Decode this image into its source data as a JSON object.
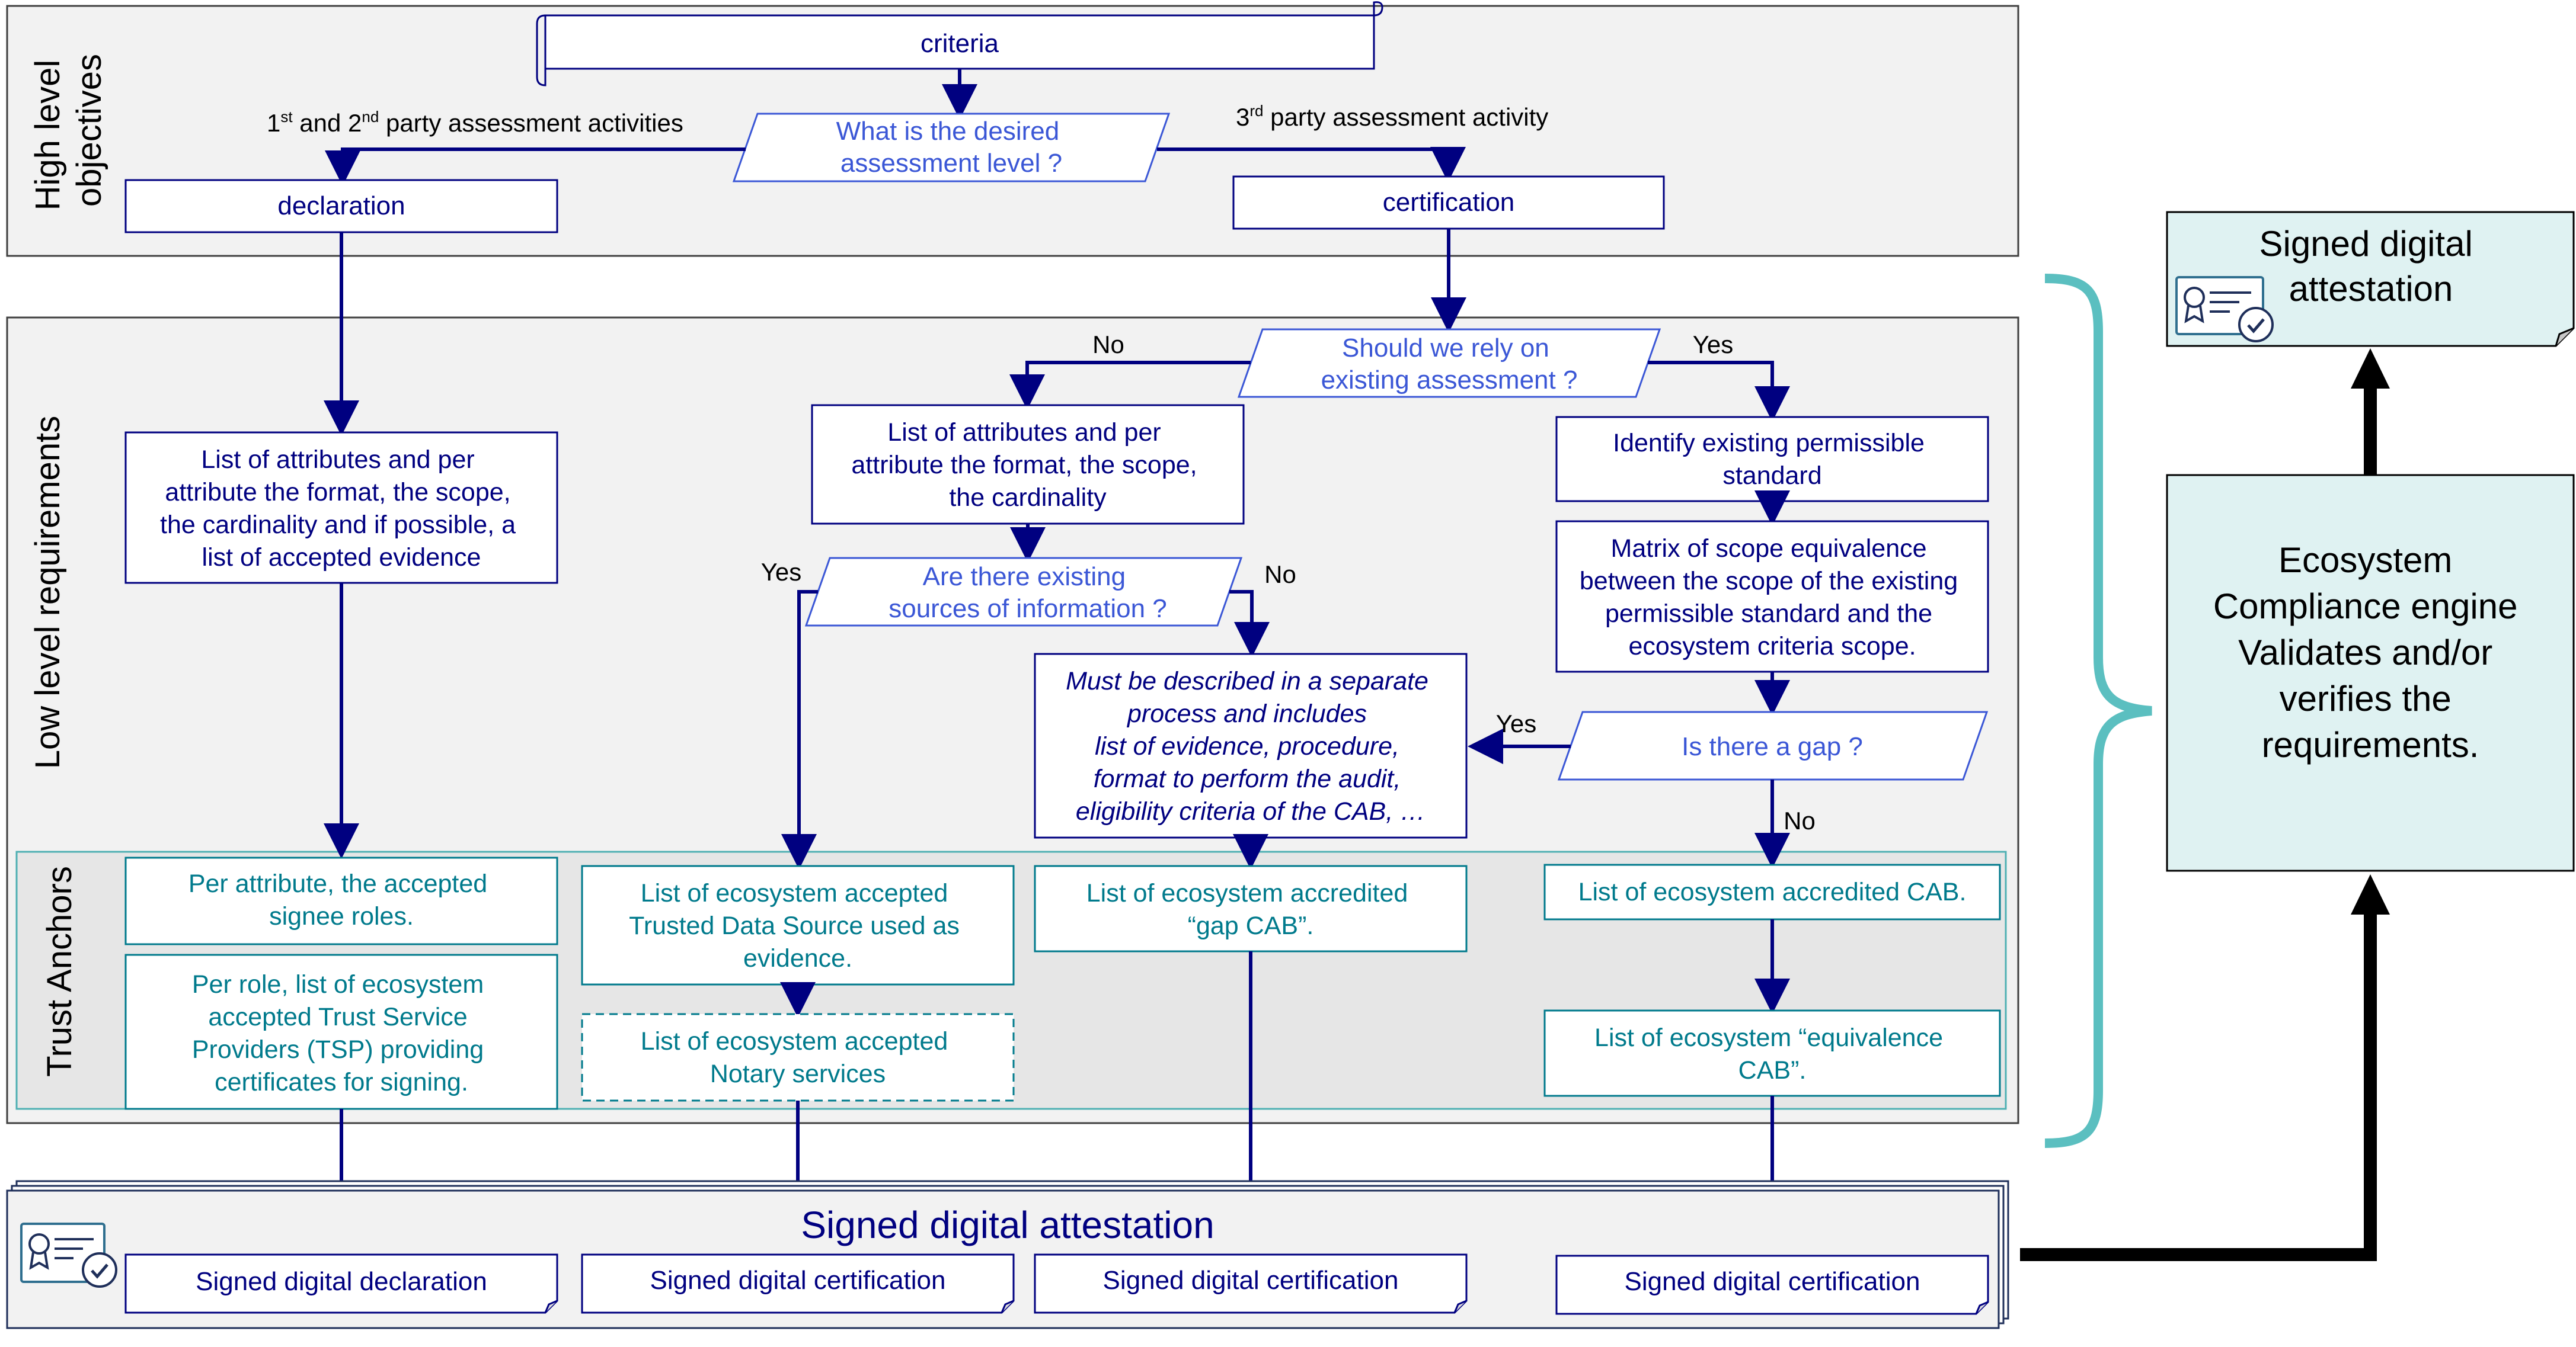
{
  "sections": {
    "high_level": [
      "High level",
      "objectives"
    ],
    "low_level": "Low level requirements",
    "trust_anchors": "Trust Anchors"
  },
  "high": {
    "criteria": "criteria",
    "assessment_question": [
      "What is the desired",
      "assessment level ?"
    ],
    "first_second_party": {
      "n1": "1",
      "s1": "st",
      "mid": " and 2",
      "s2": "nd",
      "rest": " party assessment activities"
    },
    "third_party": {
      "n": "3",
      "s": "rd",
      "rest": " party assessment activity"
    },
    "declaration": "declaration",
    "certification": "certification"
  },
  "low": {
    "rely_question": [
      "Should we rely on",
      "existing assessment ?"
    ],
    "no": "No",
    "yes": "Yes",
    "attributes_full": [
      "List of attributes and per",
      "attribute the format, the scope,",
      "the cardinality and if possible, a",
      "list of accepted evidence"
    ],
    "attributes_short": [
      "List of attributes and per",
      "attribute the format, the scope,",
      "the cardinality"
    ],
    "identify_standard": [
      "Identify existing permissible",
      "standard"
    ],
    "matrix": [
      "Matrix of scope equivalence",
      "between the scope of the existing",
      "permissible standard and the",
      "ecosystem criteria scope."
    ],
    "sources_question": [
      "Are there existing",
      "sources of information ?"
    ],
    "separate_process": [
      "Must be described in a separate",
      "process and includes",
      "list of evidence, procedure,",
      "format to perform the audit,",
      "eligibility criteria of the CAB, …"
    ],
    "gap_question": "Is there a gap ?"
  },
  "trust": {
    "signee_roles": [
      "Per attribute, the accepted",
      "signee roles."
    ],
    "tsp": [
      "Per role, list of ecosystem",
      "accepted Trust Service",
      "Providers (TSP) providing",
      "certificates for signing."
    ],
    "trusted_sources": [
      "List of ecosystem accepted",
      "Trusted Data Source used as",
      "evidence."
    ],
    "notary": [
      "List of ecosystem accepted",
      "Notary services"
    ],
    "gap_cab": [
      "List of ecosystem accredited",
      "“gap CAB”."
    ],
    "accredited_cab": "List of ecosystem accredited CAB.",
    "equivalence_cab": [
      "List of ecosystem “equivalence",
      "CAB”."
    ]
  },
  "bottom": {
    "title": "Signed digital attestation",
    "declaration": "Signed digital declaration",
    "certification": "Signed digital certification"
  },
  "right": {
    "attestation": [
      "Signed digital",
      "attestation"
    ],
    "engine": [
      "Ecosystem",
      "Compliance engine",
      "",
      "Validates and/or",
      "verifies the",
      "requirements."
    ]
  },
  "icons": [
    "certificate-icon",
    "checkmark-icon"
  ],
  "colors": {
    "dark_blue": "#000080",
    "question_blue": "#3B57D6",
    "teal_text": "#007A8C",
    "teal_accent": "#5BBFC0",
    "engine_fill": "#DFF2F2"
  }
}
